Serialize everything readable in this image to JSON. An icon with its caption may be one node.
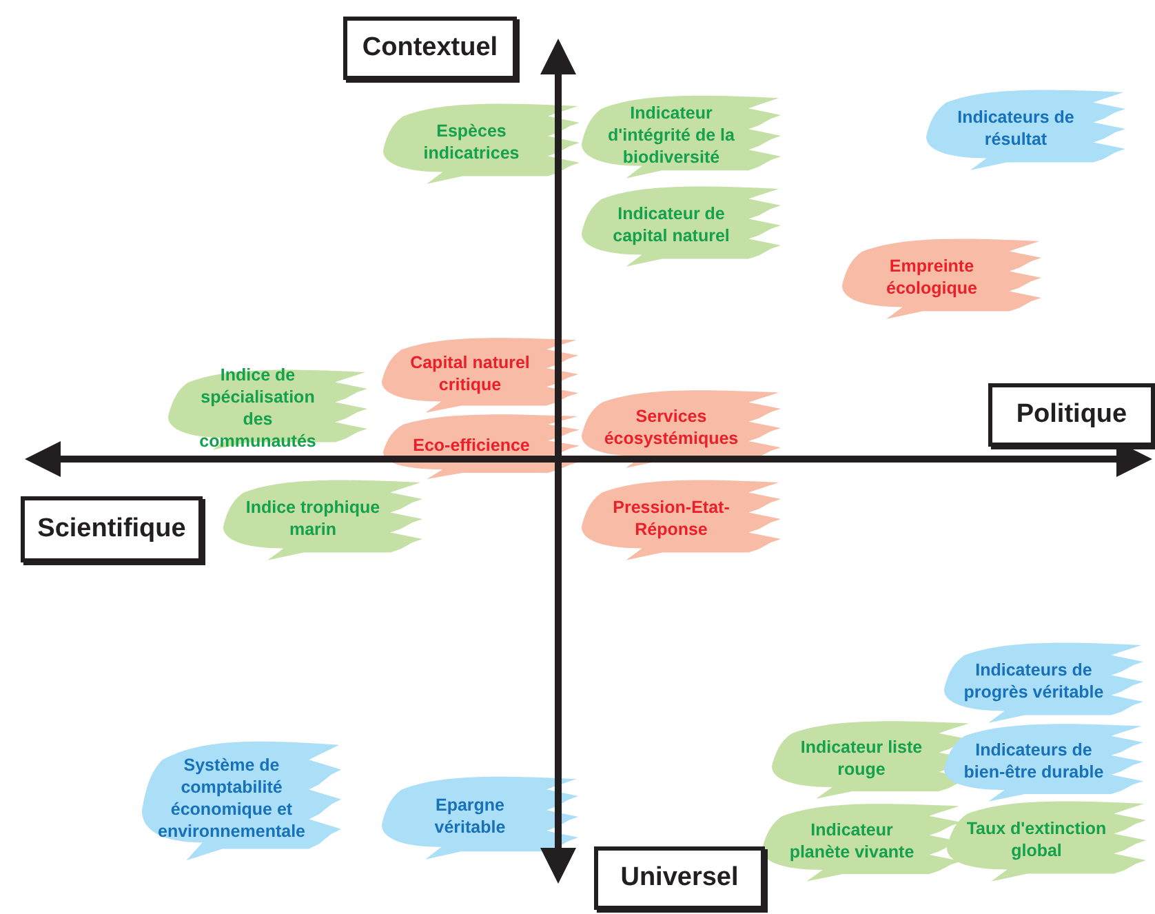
{
  "diagram": {
    "nodes": [
      {
        "text": [
          "Contextuel"
        ]
      },
      {
        "text": [
          "Politique"
        ]
      },
      {
        "text": [
          "Scientifique"
        ]
      },
      {
        "text": [
          "Universel"
        ]
      },
      {
        "text": [
          "Espèces indicatrices"
        ]
      },
      {
        "text": [
          "Indicateur d'intégrité de la biodiversité"
        ]
      },
      {
        "text": [
          "Indicateurs de résultat"
        ]
      },
      {
        "text": [
          "Indicateur de capital naturel"
        ]
      },
      {
        "text": [
          "Empreinte écologique"
        ]
      },
      {
        "text": [
          "Capital naturel critique"
        ]
      },
      {
        "text": [
          "Indice de spécialisation des communautés"
        ]
      },
      {
        "text": [
          "Eco-efficience"
        ]
      },
      {
        "text": [
          "Services écosystémiques"
        ]
      },
      {
        "text": [
          "Indice trophique marin"
        ]
      },
      {
        "text": [
          "Pression-Etat-Réponse"
        ]
      },
      {
        "text": [
          "Indicateurs de progrès véritable"
        ]
      },
      {
        "text": [
          "Indicateur liste rouge"
        ]
      },
      {
        "text": [
          "Indicateurs de bien-être durable"
        ]
      },
      {
        "text": [
          "Système de comptabilité économique et environnementale"
        ]
      },
      {
        "text": [
          "Epargne véritable"
        ]
      },
      {
        "text": [
          "Indicateur planète vivante"
        ]
      },
      {
        "text": [
          "Taux d'extinction global"
        ]
      }
    ]
  }
}
